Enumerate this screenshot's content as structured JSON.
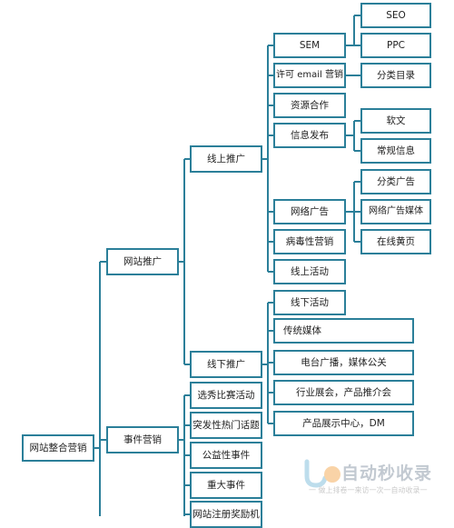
{
  "diagram": {
    "root": "网站整合营销",
    "branch_site": "网站推广",
    "branch_event": "事件营销",
    "online": "线上推广",
    "offline": "线下推广",
    "sem": "SEM",
    "seo": "SEO",
    "ppc": "PPC",
    "email": "许可 email 营销",
    "directory": "分类目录",
    "resource": "资源合作",
    "info": "信息发布",
    "softtext": "软文",
    "regular_info": "常规信息",
    "network_ads": "网络广告",
    "classified_ads": "分类广告",
    "network_ad_media": "网络广告媒体",
    "viral": "病毒性营销",
    "yellow_pages": "在线黄页",
    "online_activity": "线上活动",
    "offline_activity": "线下活动",
    "traditional_media": "传统媒体",
    "tv_radio": "电台广播，媒体公关",
    "industry_expo": "行业展会，产品推介会",
    "product_center": "产品展示中心，DM",
    "contest": "选秀比赛活动",
    "hot_topic": "突发性热门话题",
    "charity": "公益性事件",
    "major_event": "重大事件",
    "registration_reward": "网站注册奖励机"
  },
  "watermark": {
    "brand": "自动秒收录",
    "slogan": "一 做上排卷一来访一次一自动收录一"
  },
  "colors": {
    "line": "#2b7f99",
    "box_fill": "#ffffff",
    "text": "#222222"
  }
}
